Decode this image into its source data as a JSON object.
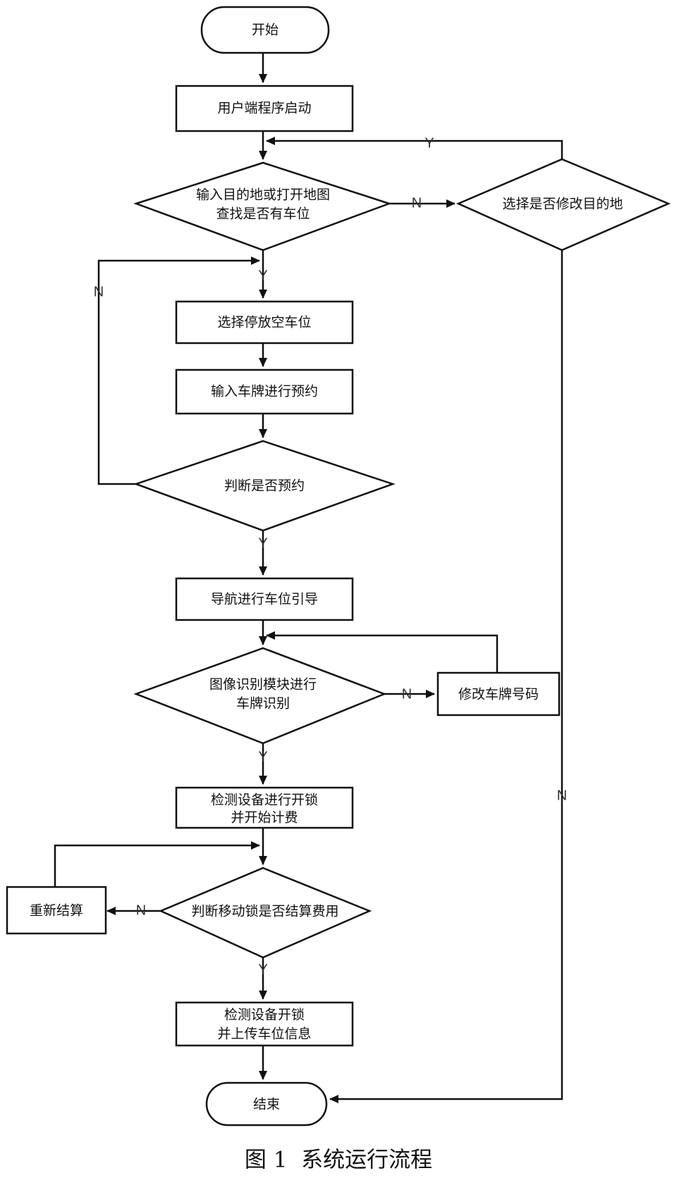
{
  "nodes": {
    "start": "开始",
    "launch": "用户端程序启动",
    "search_line1": "输入目的地或打开地图",
    "search_line2": "查找是否有车位",
    "modify_dest": "选择是否修改目的地",
    "select_spot": "选择停放空车位",
    "plate_reserve": "输入车牌进行预约",
    "check_reserve": "判断是否预约",
    "navigate": "导航进行车位引导",
    "recog_line1": "图像识别模块进行",
    "recog_line2": "车牌识别",
    "edit_plate": "修改车牌号码",
    "unlock_line1": "检测设备进行开锁",
    "unlock_line2": "并开始计费",
    "check_pay": "判断移动锁是否结算费用",
    "resettle": "重新结算",
    "upload_line1": "检测设备开锁",
    "upload_line2": "并上传车位信息",
    "end": "结束"
  },
  "edge_labels": {
    "modify_yes": "Y",
    "search_no": "N",
    "search_yes": "Y",
    "reserve_no": "N",
    "reserve_yes": "Y",
    "recog_no": "N",
    "recog_yes": "Y",
    "modify_no": "N",
    "pay_no": "N",
    "pay_yes": "Y"
  },
  "caption": "图 1  系统运行流程",
  "colors": {
    "stroke": "#111111",
    "label": "#333333",
    "background": "#ffffff"
  }
}
